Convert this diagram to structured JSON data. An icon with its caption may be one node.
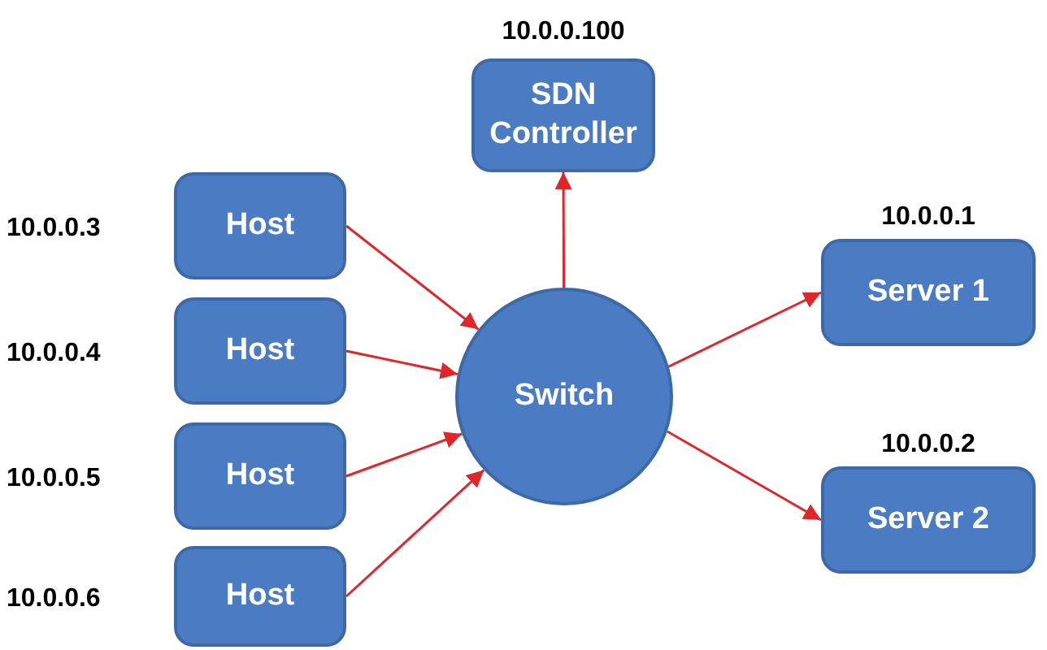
{
  "diagram": {
    "nodes": [
      {
        "text": [
          "SDN Controller"
        ],
        "beside": [
          "10.0.0.100"
        ]
      },
      {
        "text": [
          "Host"
        ],
        "beside": [
          "10.0.0.3"
        ]
      },
      {
        "text": [
          "Host"
        ],
        "beside": [
          "10.0.0.4"
        ]
      },
      {
        "text": [
          "Host"
        ],
        "beside": [
          "10.0.0.5"
        ]
      },
      {
        "text": [
          "Host"
        ],
        "beside": [
          "10.0.0.6"
        ]
      },
      {
        "text": [
          "Switch"
        ]
      },
      {
        "text": [
          "Server 1"
        ],
        "beside": [
          "10.0.0.1"
        ]
      },
      {
        "text": [
          "Server 2"
        ],
        "beside": [
          "10.0.0.2"
        ]
      }
    ],
    "edges": [
      {
        "from": 1,
        "to": 5,
        "arrow": "to"
      },
      {
        "from": 2,
        "to": 5,
        "arrow": "to"
      },
      {
        "from": 3,
        "to": 5,
        "arrow": "to"
      },
      {
        "from": 4,
        "to": 5,
        "arrow": "to"
      },
      {
        "from": 5,
        "to": 0,
        "arrow": "to"
      },
      {
        "from": 5,
        "to": 6,
        "arrow": "to"
      },
      {
        "from": 5,
        "to": 7,
        "arrow": "to"
      }
    ]
  }
}
